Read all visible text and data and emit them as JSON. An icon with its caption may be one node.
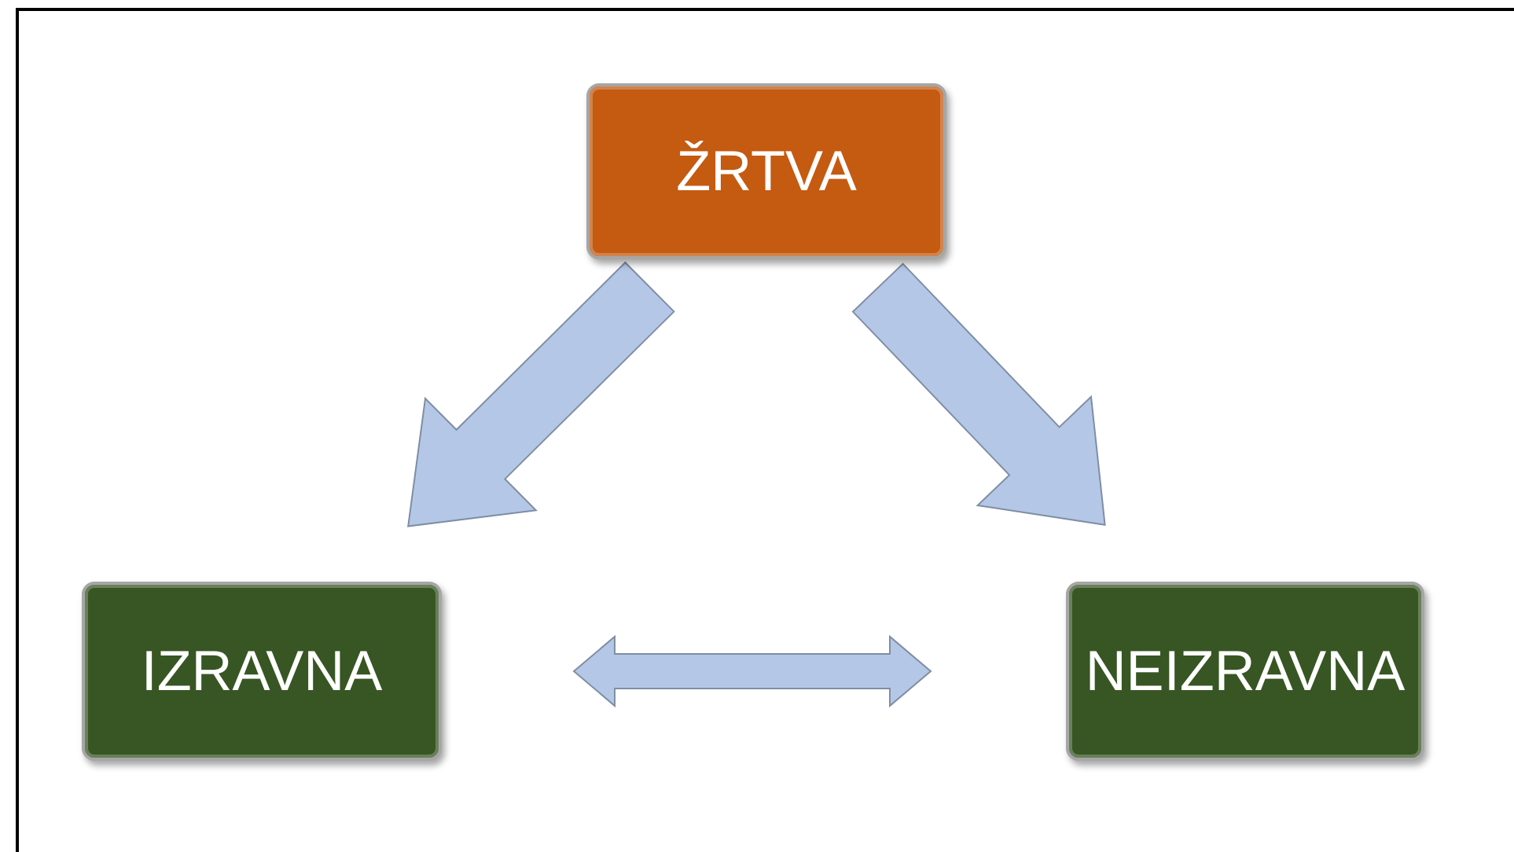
{
  "diagram": {
    "nodes": [
      {
        "text": [
          "ŽRTVA"
        ]
      },
      {
        "text": [
          "IZRAVNA"
        ]
      },
      {
        "text": [
          "NEIZRAVNA"
        ]
      }
    ],
    "edges": [
      {
        "from": 0,
        "to": 1,
        "arrow": "to"
      },
      {
        "from": 0,
        "to": 2,
        "arrow": "to"
      },
      {
        "from": 1,
        "to": 2,
        "arrow": "both"
      }
    ]
  }
}
